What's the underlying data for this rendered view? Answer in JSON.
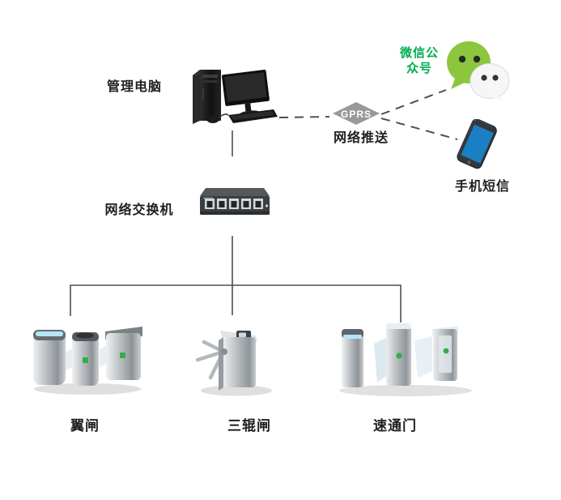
{
  "diagram": {
    "nodes": {
      "computer": {
        "label": "管理电脑",
        "icon": "desktop-computer"
      },
      "gprs": {
        "label": "GPRS",
        "caption": "网络推送",
        "icon": "gprs-diamond"
      },
      "wechat": {
        "label_line1": "微信公",
        "label_line2": "众号",
        "icon": "wechat-logo"
      },
      "sms": {
        "label": "手机短信",
        "icon": "smartphone"
      },
      "switch": {
        "label": "网络交换机",
        "icon": "ethernet-switch-5port"
      },
      "gates": [
        {
          "label": "翼闸",
          "icon": "flap-barrier-gate"
        },
        {
          "label": "三辊闸",
          "icon": "tripod-turnstile"
        },
        {
          "label": "速通门",
          "icon": "swing-speed-gate"
        }
      ]
    },
    "connections": [
      {
        "from": "computer",
        "to": "gprs",
        "style": "dashed"
      },
      {
        "from": "gprs",
        "to": "wechat",
        "style": "dashed"
      },
      {
        "from": "gprs",
        "to": "sms",
        "style": "dashed"
      },
      {
        "from": "computer",
        "to": "switch",
        "style": "solid"
      },
      {
        "from": "switch",
        "to": "翼闸",
        "style": "solid"
      },
      {
        "from": "switch",
        "to": "三辊闸",
        "style": "solid"
      },
      {
        "from": "switch",
        "to": "速通门",
        "style": "solid"
      }
    ],
    "colors": {
      "line": "#4f4f4f",
      "gprs_gray": "#97999b",
      "green_text": "#00b050",
      "wechat_green": "#8cc63e",
      "phone_screen_blue": "#1b7fc4",
      "indicator_green": "#2fae4a",
      "gate_blue_strip": "#b5e6f7"
    }
  }
}
